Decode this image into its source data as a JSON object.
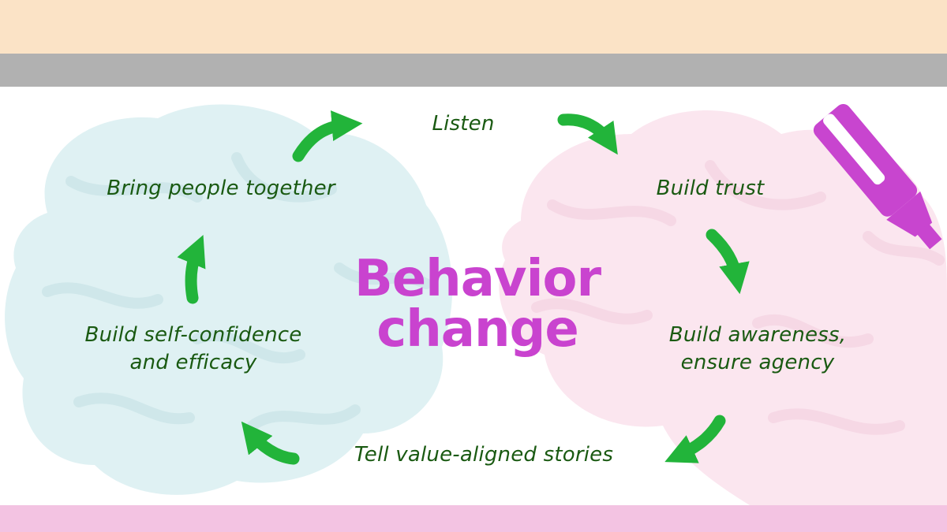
{
  "title": {
    "line1": "Behavior",
    "line2": "change"
  },
  "cycle_steps": [
    "Listen",
    "Build trust",
    "Build awareness,",
    "ensure agency",
    "Tell value-aligned stories",
    "Build self-confidence",
    "and efficacy",
    "Bring people together"
  ],
  "colors": {
    "top_band": "#fbe3c6",
    "gray_band": "#b1b1b1",
    "bottom_band": "#f3c3e2",
    "left_brain": "#dff1f3",
    "right_brain": "#fbe6ef",
    "arrow_green": "#22b43a",
    "label_green": "#1a5a12",
    "title_magenta": "#c943cf",
    "marker": "#c845cf"
  },
  "icons": [
    "left-brain-icon",
    "right-brain-icon",
    "marker-icon",
    "curved-arrow-icon"
  ]
}
